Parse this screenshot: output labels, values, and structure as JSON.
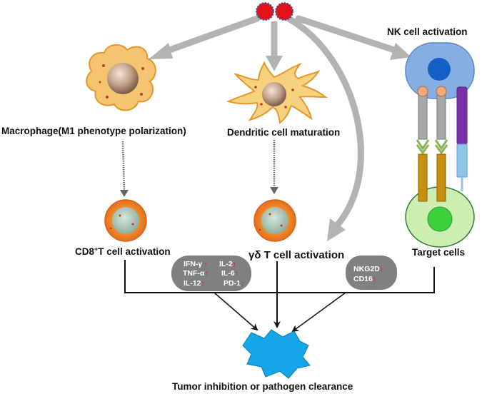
{
  "labels": {
    "macrophage": "Macrophage(M1 phenotype polarization)",
    "dendritic": "Dendritic cell maturation",
    "nk": "NK cell activation",
    "cd8_prefix": "CD8",
    "cd8_sup": "+",
    "cd8_suffix": "T cell activation",
    "gdt": "γδ T cell activation",
    "target": "Target cells",
    "outcome": "Tumor inhibition or pathogen clearance"
  },
  "cytokine_box": {
    "items": [
      {
        "name": "IFN-γ",
        "direction": "up"
      },
      {
        "name": "IL-2",
        "direction": "up"
      },
      {
        "name": "TNF-α",
        "direction": "up"
      },
      {
        "name": "IL-6",
        "direction": "up"
      },
      {
        "name": "IL-12",
        "direction": "up"
      },
      {
        "name": "PD-1",
        "direction": "down"
      }
    ]
  },
  "receptor_box": {
    "items": [
      {
        "name": "NKG2D",
        "direction": "up"
      },
      {
        "name": "CD16",
        "direction": "up"
      }
    ]
  },
  "colors": {
    "arrow_gray": "#b3b3b3",
    "particle_red": "#e0141a",
    "particle_blue": "#2b57a8",
    "macrophage_fill": "#f5c470",
    "nk_cell_fill": "#87aee3",
    "nk_nucleus": "#1560c6",
    "target_fill": "#ccefb0",
    "target_nucleus": "#3ed13e",
    "pill_gray": "#808080",
    "tumor_blue": "#15a5e8"
  }
}
